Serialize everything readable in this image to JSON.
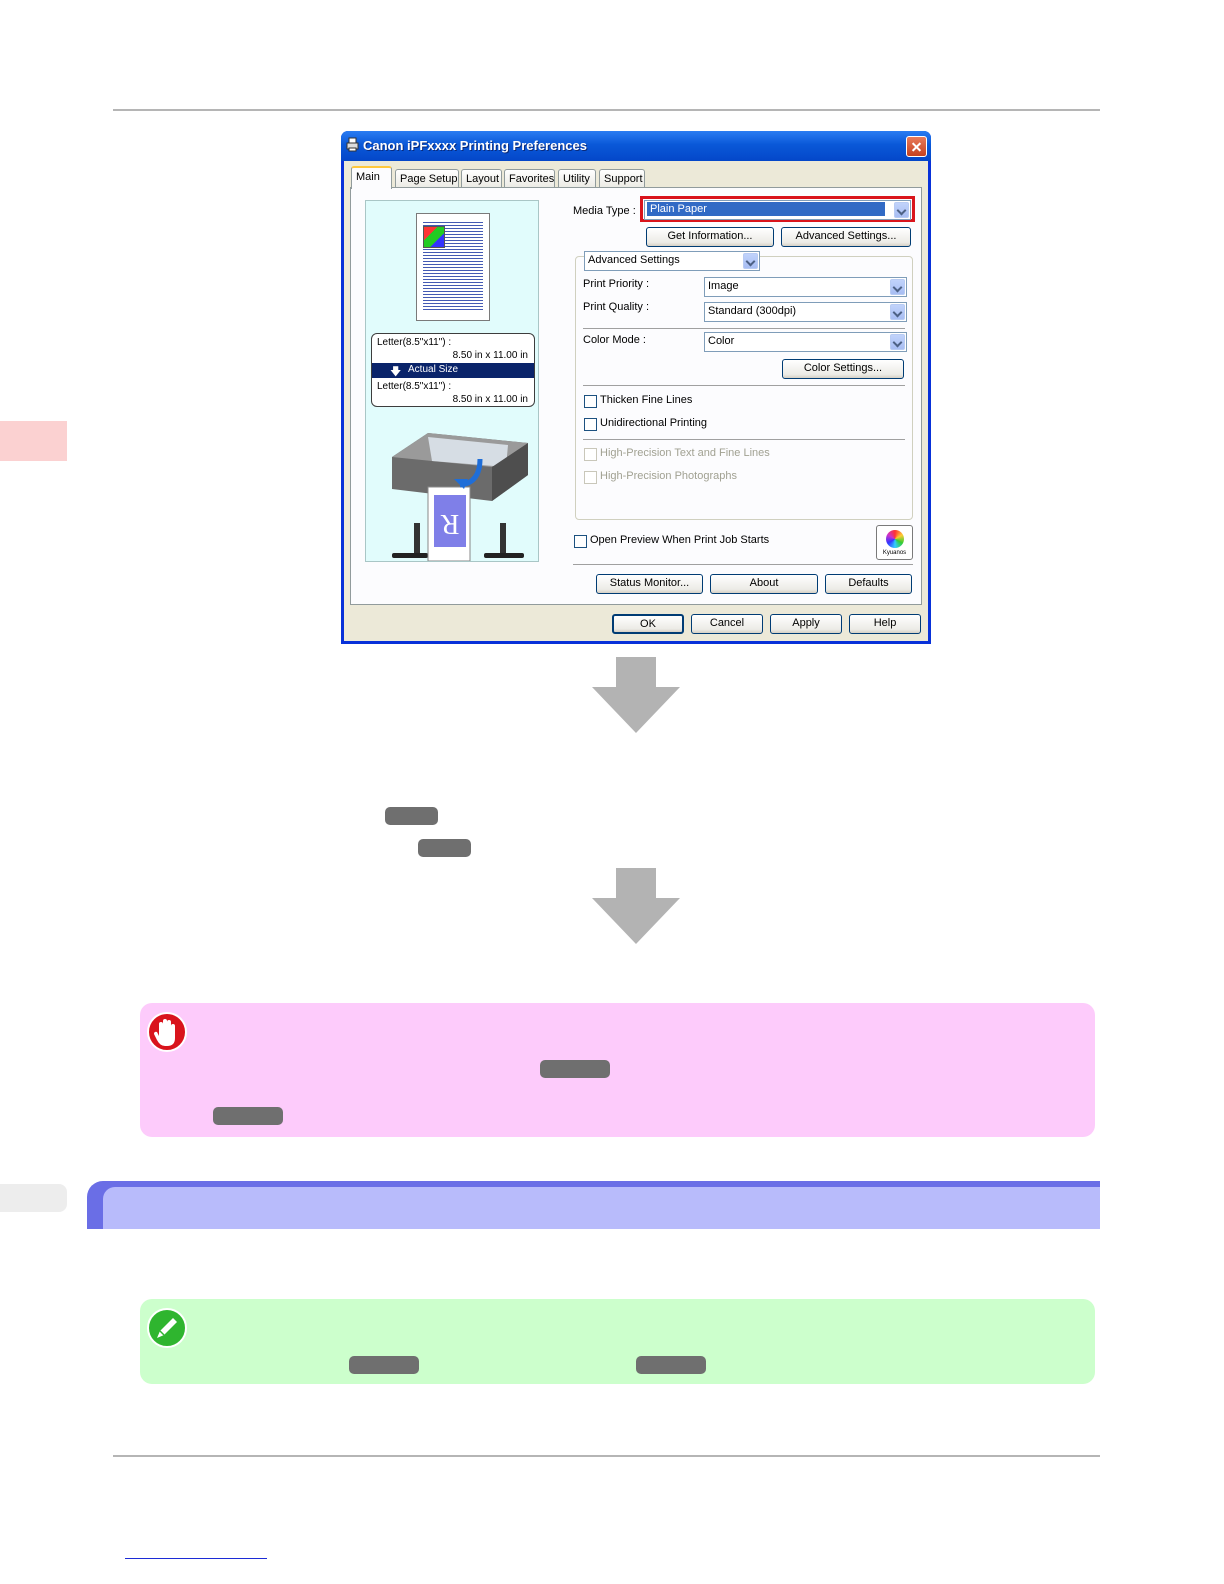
{
  "dialog": {
    "title": "Canon iPFxxxx  Printing Preferences",
    "tabs": [
      "Main",
      "Page Setup",
      "Layout",
      "Favorites",
      "Utility",
      "Support"
    ],
    "preview": {
      "original_size": "Letter(8.5\"x11\") :",
      "original_dims": "8.50 in x 11.00 in",
      "scaling": "Actual Size",
      "output_size": "Letter(8.5\"x11\") :",
      "output_dims": "8.50 in x 11.00 in"
    },
    "media_type": {
      "label": "Media Type :",
      "value": "Plain Paper"
    },
    "get_information": "Get Information...",
    "advanced_settings_button": "Advanced Settings...",
    "mode_select": "Advanced Settings",
    "print_priority": {
      "label": "Print Priority :",
      "value": "Image"
    },
    "print_quality": {
      "label": "Print Quality :",
      "value": "Standard (300dpi)"
    },
    "color_mode": {
      "label": "Color Mode :",
      "value": "Color"
    },
    "color_settings": "Color Settings...",
    "thicken_fine_lines": "Thicken Fine Lines",
    "unidirectional_printing": "Unidirectional Printing",
    "high_precision_text": "High-Precision Text and Fine Lines",
    "high_precision_photos": "High-Precision Photographs",
    "open_preview": "Open Preview When Print Job Starts",
    "kyuanos": "Kyuanos",
    "status_monitor": "Status Monitor...",
    "about": "About",
    "defaults": "Defaults",
    "ok": "OK",
    "cancel": "Cancel",
    "apply": "Apply",
    "help": "Help"
  },
  "colors": {
    "important_callout": "#fdcbfb",
    "note_callout": "#ccffcc",
    "section_bar": "#b8bbfb",
    "section_accent": "#6a6ee6",
    "highlight_border": "#d9141c"
  }
}
